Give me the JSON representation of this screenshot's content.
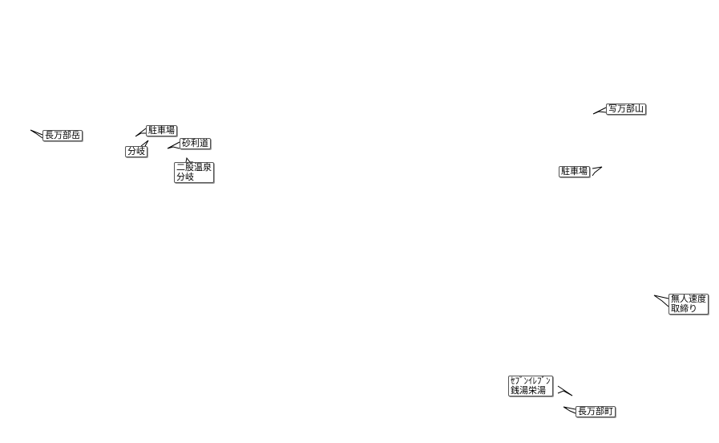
{
  "map": {
    "background": "#ffffff",
    "callouts": [
      {
        "id": "nagamatobe-dake",
        "lines": [
          "長万部岳"
        ]
      },
      {
        "id": "parking-west",
        "lines": [
          "駐車場"
        ]
      },
      {
        "id": "junction-west",
        "lines": [
          "分岐"
        ]
      },
      {
        "id": "gravel-road",
        "lines": [
          "砂利道"
        ]
      },
      {
        "id": "nimata-onsen",
        "lines": [
          "二股温泉",
          "分岐"
        ]
      },
      {
        "id": "shamanbe-yama",
        "lines": [
          "写万部山"
        ]
      },
      {
        "id": "parking-east",
        "lines": [
          "駐車場"
        ]
      },
      {
        "id": "speed-camera",
        "lines": [
          "無人速度",
          "取締り"
        ]
      },
      {
        "id": "seven-eleven",
        "lines": [
          "ｾﾌﾞﾝｲﾚﾌﾞﾝ",
          "銭湯栄湯"
        ]
      },
      {
        "id": "nagamatobe-town",
        "lines": [
          "長万部町"
        ]
      }
    ]
  }
}
